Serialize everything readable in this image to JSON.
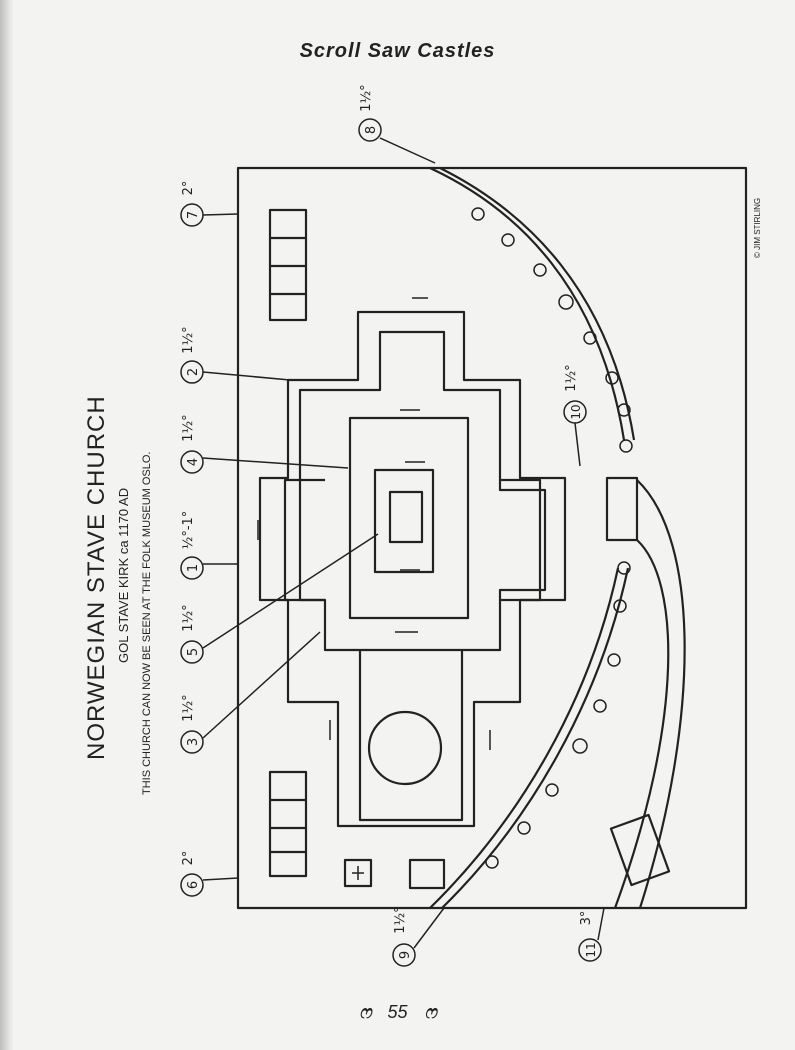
{
  "header": {
    "title": "Scroll Saw Castles"
  },
  "drawing": {
    "title": "NORWEGIAN STAVE CHURCH",
    "subtitle": "GOL STAVE KIRK ca 1170 AD",
    "note": "THIS CHURCH CAN NOW BE SEEN AT THE FOLK MUSEUM OSLO.",
    "credit": "© JIM STIRLING"
  },
  "callouts": [
    {
      "number": "1",
      "angle": "½°-1°"
    },
    {
      "number": "2",
      "angle": "1½°"
    },
    {
      "number": "3",
      "angle": "1½°"
    },
    {
      "number": "4",
      "angle": "1½°"
    },
    {
      "number": "5",
      "angle": "1½°"
    },
    {
      "number": "6",
      "angle": "2°"
    },
    {
      "number": "7",
      "angle": "2°"
    },
    {
      "number": "8",
      "angle": "1½°"
    },
    {
      "number": "9",
      "angle": "1½°"
    },
    {
      "number": "10",
      "angle": "1½°"
    },
    {
      "number": "11",
      "angle": "3°"
    }
  ],
  "footer": {
    "page_number": "55",
    "ornament": "ෆ"
  }
}
